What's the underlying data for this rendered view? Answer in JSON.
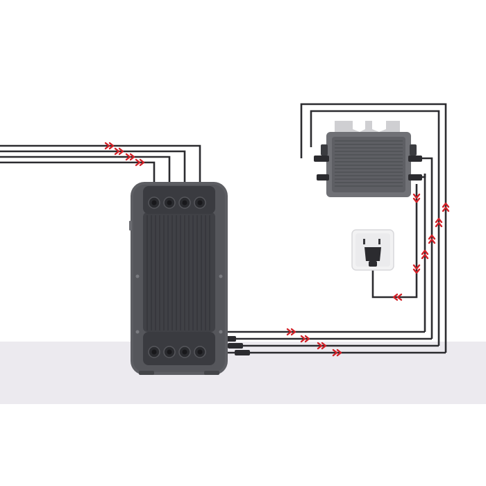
{
  "colors": {
    "background": "#ffffff",
    "floor": "#eceaef",
    "cable": "#2b2b2f",
    "arrow": "#d21f26",
    "battery_body": "#55565b",
    "battery_panel": "#404146",
    "inverter_body": "#707176",
    "socket": "#f2f2f3"
  },
  "components": {
    "battery": {
      "kind": "battery-storage-unit",
      "top_ports": 4,
      "bottom_ports": 4
    },
    "inverter": {
      "kind": "micro-inverter",
      "left_connectors": 2,
      "right_connectors": 2
    },
    "socket": {
      "kind": "wall-outlet-with-plug"
    }
  },
  "flows": [
    {
      "from": "solar-inputs",
      "to": "battery-top-ports",
      "arrow_icon": "chevron-right-icon"
    },
    {
      "from": "battery-bottom-ports",
      "to": "inverter-loop",
      "arrow_icon": "chevron-right-icon"
    },
    {
      "from": "inverter-loop",
      "to": "inverter-right",
      "arrow_icon": "chevron-up-icon"
    },
    {
      "from": "inverter-right",
      "to": "wall-socket",
      "arrow_icon": "chevron-down-icon"
    },
    {
      "from": "down-lead",
      "to": "wall-socket",
      "arrow_icon": "chevron-left-icon"
    }
  ]
}
